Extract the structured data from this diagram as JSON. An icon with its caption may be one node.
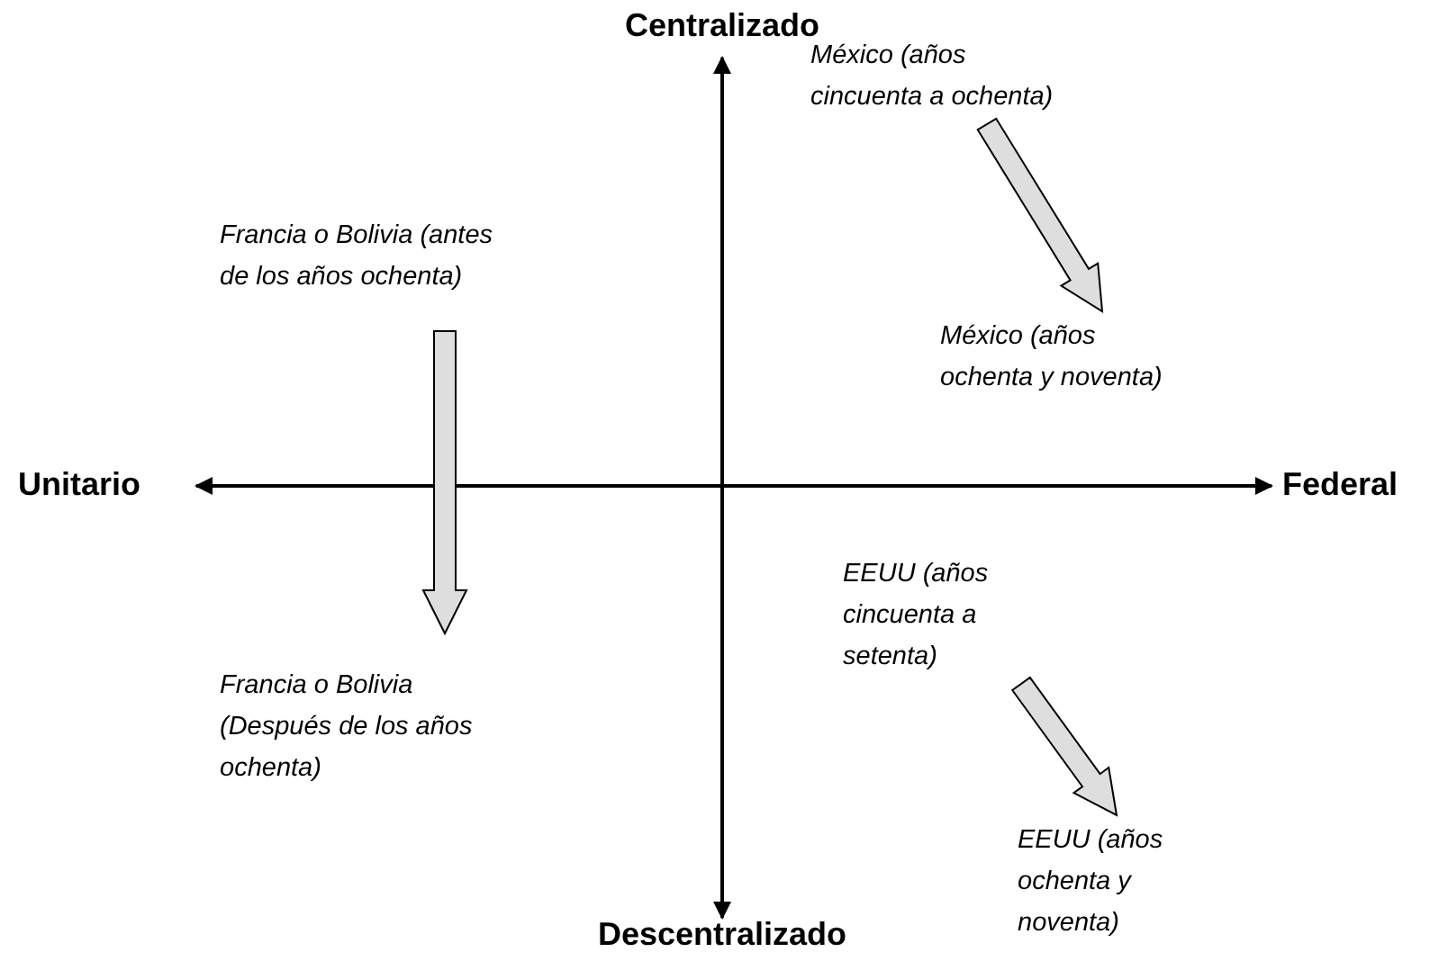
{
  "diagram": {
    "nodes": [
      {
        "text": [
          "Francia o Bolivia (antes de los años ochenta)"
        ]
      },
      {
        "text": [
          "Francia o Bolivia (Después de los años ochenta)"
        ]
      },
      {
        "text": [
          "México (años cincuenta a ochenta)"
        ]
      },
      {
        "text": [
          "México (años ochenta y noventa)"
        ]
      },
      {
        "text": [
          "EEUU (años cincuenta a setenta)"
        ]
      },
      {
        "text": [
          "EEUU (años ochenta y noventa)"
        ]
      }
    ],
    "edges": [
      {
        "from": 0,
        "to": 1,
        "arrow": "to"
      },
      {
        "from": 2,
        "to": 3,
        "arrow": "to"
      },
      {
        "from": 4,
        "to": 5,
        "arrow": "to"
      }
    ],
    "labels": [
      "Centralizado",
      "Unitario",
      "Federal",
      "Descentralizado"
    ]
  }
}
